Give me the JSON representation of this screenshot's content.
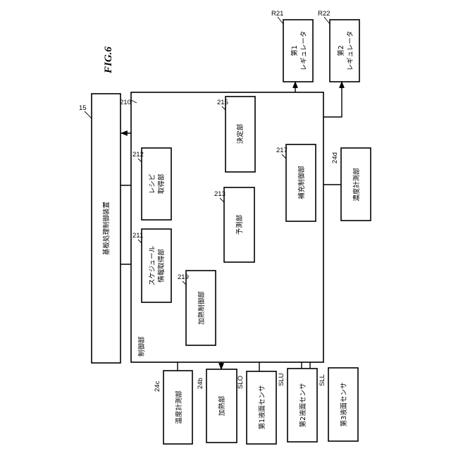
{
  "figure_label": "FIG.6",
  "blocks": {
    "substrate_controller": {
      "label": "基板処理制御装置",
      "ref": "15"
    },
    "controller": {
      "label": "制御部",
      "ref": "210"
    },
    "schedule_acquirer": {
      "line1": "スケジュール",
      "line2": "情報取得部",
      "ref": "211"
    },
    "recipe_acquirer": {
      "line1": "レシピ",
      "line2": "取得部",
      "ref": "212"
    },
    "predictor": {
      "label": "予測部",
      "ref": "213"
    },
    "determiner": {
      "label": "決定部",
      "ref": "215"
    },
    "replenish_controller": {
      "label": "補充制御部",
      "ref": "217"
    },
    "heating_controller": {
      "label": "加熱制御部",
      "ref": "219"
    },
    "regulator_1": {
      "line1": "第1",
      "line2": "レギュレータ",
      "ref": "R21"
    },
    "regulator_2": {
      "line1": "第2",
      "line2": "レギュレータ",
      "ref": "R22"
    },
    "concentration_meter": {
      "label": "濃度計測部",
      "ref": "24d"
    },
    "temperature_meter": {
      "label": "温度計測部",
      "ref": "24c"
    },
    "heater": {
      "label": "加熱部",
      "ref": "24b"
    },
    "level_sensor_1": {
      "label": "第1液面センサ",
      "ref": "SLO"
    },
    "level_sensor_2": {
      "label": "第2液面センサ",
      "ref": "SLU"
    },
    "level_sensor_3": {
      "label": "第3液面センサ",
      "ref": "SLL"
    }
  }
}
